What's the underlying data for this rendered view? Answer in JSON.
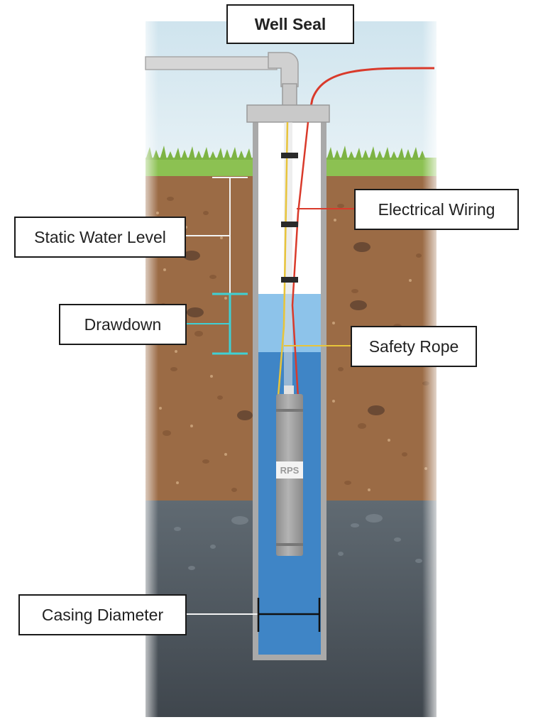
{
  "labels": {
    "well_seal": "Well Seal",
    "electrical_wiring": "Electrical Wiring",
    "static_water_level": "Static Water Level",
    "drawdown": "Drawdown",
    "safety_rope": "Safety Rope",
    "casing_diameter": "Casing Diameter"
  },
  "pump_brand": "RPS",
  "colors": {
    "sky": "#cfe4ee",
    "grass": "#8cc152",
    "soil": "#9b6b45",
    "bedrock": "#5f6a72",
    "casing": "#bdbdbd",
    "water_light": "#8dc3ea",
    "water_deep": "#3f85c6",
    "wire": "#d93a2b",
    "rope": "#e8c43a",
    "level_marker": "#3fd0d4"
  }
}
